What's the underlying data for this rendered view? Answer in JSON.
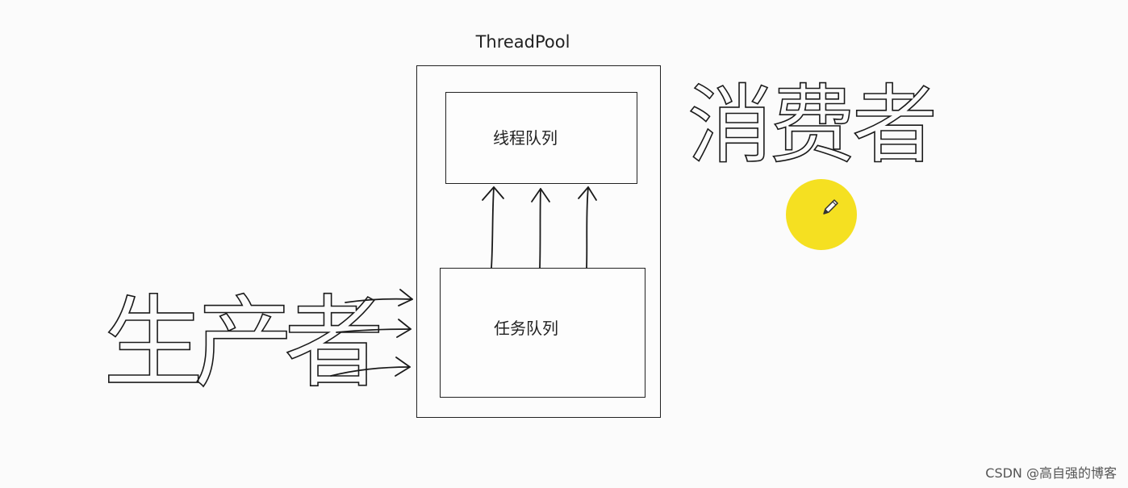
{
  "diagram": {
    "title": "ThreadPool",
    "thread_queue_label": "线程队列",
    "task_queue_label": "任务队列",
    "producer_label": "生产者",
    "consumer_label": "消费者"
  },
  "watermark": "CSDN @高自强的博客",
  "colors": {
    "background": "#fbfbfb",
    "stroke": "#1a1a1a",
    "cursor_highlight": "#f5e021"
  },
  "icons": {
    "cursor": "pencil-icon"
  }
}
